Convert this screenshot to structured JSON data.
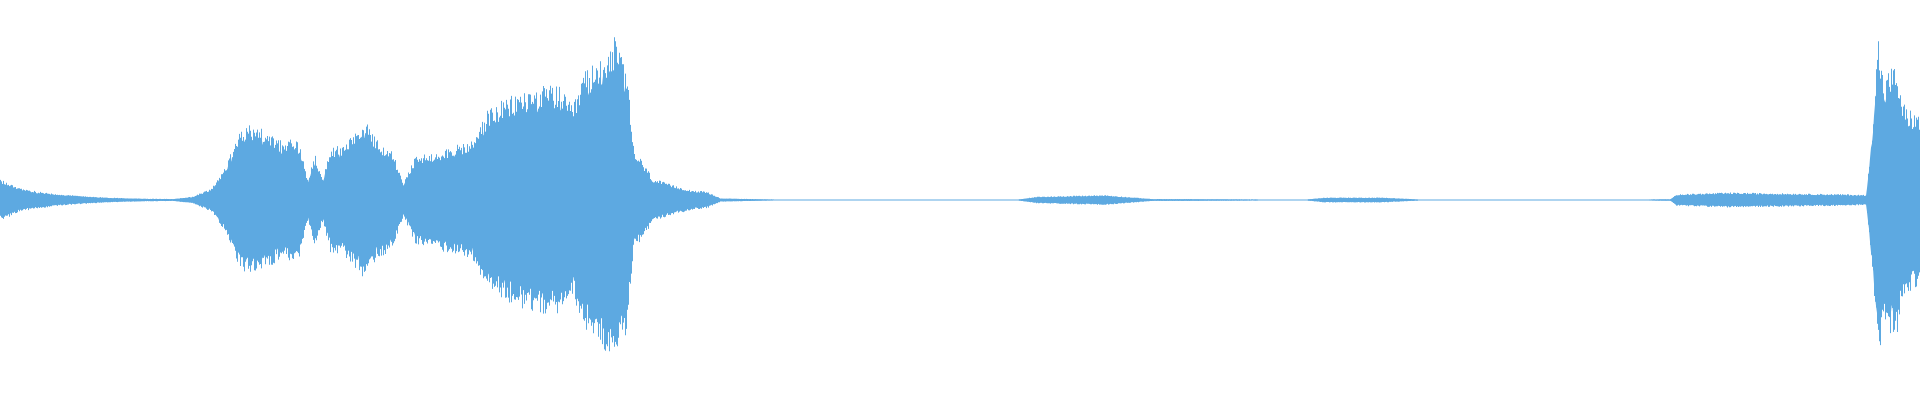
{
  "waveform": {
    "color": "#5DA9E1",
    "background": "#FFFFFF",
    "envelope_points": [
      [
        0.0,
        0.12
      ],
      [
        0.004,
        0.11
      ],
      [
        0.01,
        0.07
      ],
      [
        0.02,
        0.05
      ],
      [
        0.035,
        0.03
      ],
      [
        0.055,
        0.015
      ],
      [
        0.075,
        0.008
      ],
      [
        0.09,
        0.006
      ],
      [
        0.1,
        0.02
      ],
      [
        0.11,
        0.07
      ],
      [
        0.118,
        0.22
      ],
      [
        0.124,
        0.4
      ],
      [
        0.13,
        0.46
      ],
      [
        0.136,
        0.43
      ],
      [
        0.142,
        0.39
      ],
      [
        0.148,
        0.34
      ],
      [
        0.152,
        0.38
      ],
      [
        0.156,
        0.34
      ],
      [
        0.16,
        0.12
      ],
      [
        0.164,
        0.28
      ],
      [
        0.168,
        0.13
      ],
      [
        0.172,
        0.32
      ],
      [
        0.178,
        0.33
      ],
      [
        0.184,
        0.4
      ],
      [
        0.19,
        0.48
      ],
      [
        0.196,
        0.36
      ],
      [
        0.204,
        0.3
      ],
      [
        0.21,
        0.1
      ],
      [
        0.216,
        0.26
      ],
      [
        0.222,
        0.28
      ],
      [
        0.23,
        0.31
      ],
      [
        0.238,
        0.33
      ],
      [
        0.246,
        0.36
      ],
      [
        0.254,
        0.55
      ],
      [
        0.262,
        0.6
      ],
      [
        0.27,
        0.65
      ],
      [
        0.28,
        0.68
      ],
      [
        0.29,
        0.7
      ],
      [
        0.298,
        0.56
      ],
      [
        0.304,
        0.78
      ],
      [
        0.31,
        0.82
      ],
      [
        0.316,
        0.92
      ],
      [
        0.32,
        0.98
      ],
      [
        0.326,
        0.8
      ],
      [
        0.33,
        0.3
      ],
      [
        0.334,
        0.24
      ],
      [
        0.34,
        0.13
      ],
      [
        0.35,
        0.09
      ],
      [
        0.36,
        0.06
      ],
      [
        0.368,
        0.05
      ],
      [
        0.375,
        0.01
      ],
      [
        0.4,
        0.004
      ],
      [
        0.45,
        0.003
      ],
      [
        0.53,
        0.003
      ],
      [
        0.54,
        0.02
      ],
      [
        0.575,
        0.03
      ],
      [
        0.6,
        0.006
      ],
      [
        0.68,
        0.003
      ],
      [
        0.69,
        0.015
      ],
      [
        0.72,
        0.015
      ],
      [
        0.74,
        0.003
      ],
      [
        0.8,
        0.003
      ],
      [
        0.85,
        0.003
      ],
      [
        0.87,
        0.005
      ],
      [
        0.873,
        0.035
      ],
      [
        0.9,
        0.045
      ],
      [
        0.93,
        0.04
      ],
      [
        0.96,
        0.035
      ],
      [
        0.972,
        0.03
      ],
      [
        0.976,
        0.6
      ],
      [
        0.978,
        1.0
      ],
      [
        0.981,
        0.7
      ],
      [
        0.984,
        0.8
      ],
      [
        0.988,
        0.8
      ],
      [
        0.99,
        0.6
      ],
      [
        0.994,
        0.55
      ],
      [
        0.998,
        0.52
      ],
      [
        1.0,
        0.5
      ]
    ]
  }
}
